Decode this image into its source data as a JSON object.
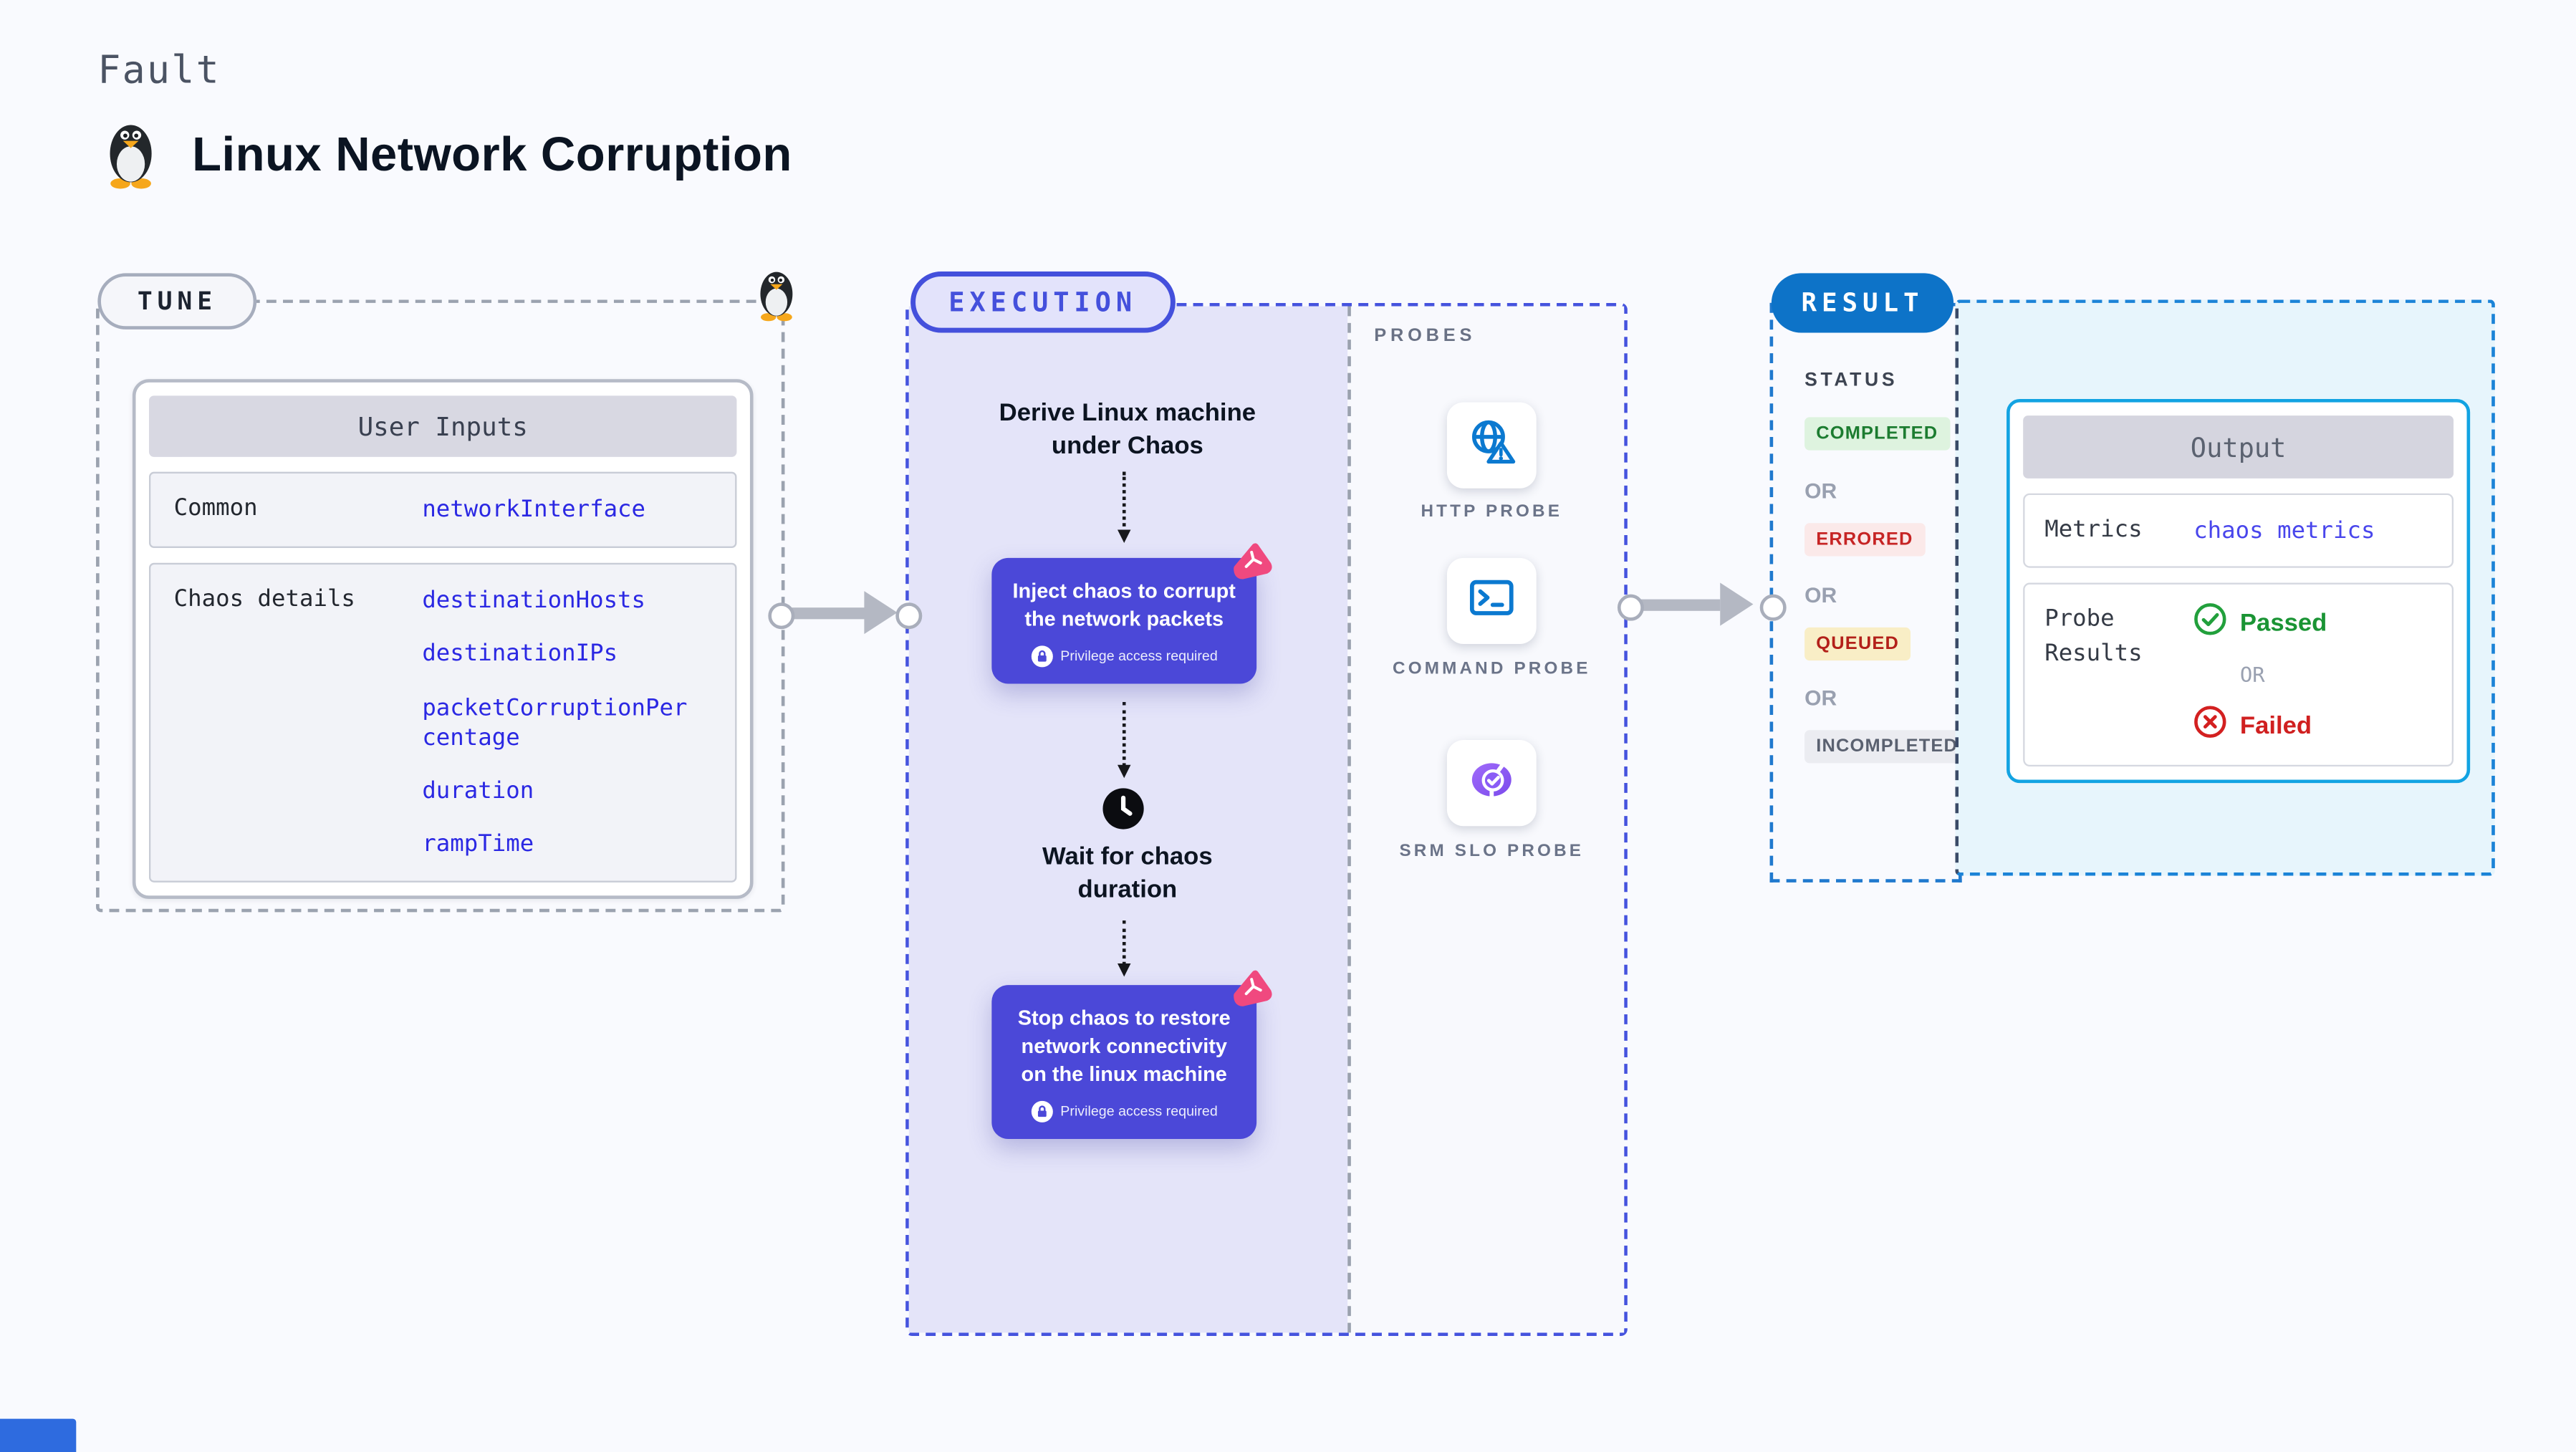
{
  "page": {
    "kicker": "Fault",
    "title": "Linux Network Corruption",
    "penguin_icon": "tux-penguin-icon"
  },
  "tune": {
    "badge": "TUNE",
    "card_header": "User Inputs",
    "rows": [
      {
        "label": "Common",
        "params": [
          "networkInterface"
        ]
      },
      {
        "label": "Chaos details",
        "params": [
          "destinationHosts",
          "destinationIPs",
          "packetCorruptionPercentage",
          "duration",
          "rampTime"
        ]
      }
    ]
  },
  "execution": {
    "badge": "EXECUTION",
    "derive_label": "Derive Linux machine under Chaos",
    "inject_label": "Inject chaos to corrupt the network packets",
    "wait_label": "Wait for chaos duration",
    "stop_label": "Stop chaos to restore network connectivity on the linux machine",
    "privilege_label": "Privilege access required"
  },
  "probes": {
    "heading": "PROBES",
    "items": [
      {
        "label": "HTTP PROBE",
        "icon": "globe-alert-icon"
      },
      {
        "label": "COMMAND PROBE",
        "icon": "terminal-icon"
      },
      {
        "label": "SRM SLO PROBE",
        "icon": "slo-donut-check-icon"
      }
    ]
  },
  "result": {
    "badge": "RESULT",
    "status_heading": "STATUS",
    "or_label": "OR",
    "statuses": [
      {
        "label": "COMPLETED",
        "bg": "#def3df",
        "color": "#1c7c30"
      },
      {
        "label": "ERRORED",
        "bg": "#fbe9e9",
        "color": "#c62424"
      },
      {
        "label": "QUEUED",
        "bg": "#f9eec6",
        "color": "#b32019"
      },
      {
        "label": "INCOMPLETED",
        "bg": "#ebecf1",
        "color": "#5a6170"
      }
    ],
    "output": {
      "header": "Output",
      "metrics_label": "Metrics",
      "metrics_value": "chaos metrics",
      "probe_results_label": "Probe Results",
      "passed_label": "Passed",
      "or_label": "OR",
      "failed_label": "Failed"
    }
  },
  "colors": {
    "page_bg": "#f9fafe",
    "tune_dash": "#9ba2af",
    "execution_accent": "#4450dc",
    "execution_panel_bg": "#e4e4f9",
    "step_indigo": "#4b48d8",
    "param_blue": "#2b28e3",
    "result_pill_blue": "#0d73c8",
    "result_dash_blue": "#1b83d7",
    "output_border_cyan": "#12a3e2",
    "output_bg": "#e7f5fc",
    "metrics_value_blue": "#4946ec",
    "passed_green": "#1a9434",
    "failed_red": "#d02020",
    "probe_icon_blue": "#0b79d0",
    "probe_icon_purple": "#8a5cf6",
    "chaos_pink": "#f0497f",
    "arrow_gray": "#b4b8c3"
  }
}
